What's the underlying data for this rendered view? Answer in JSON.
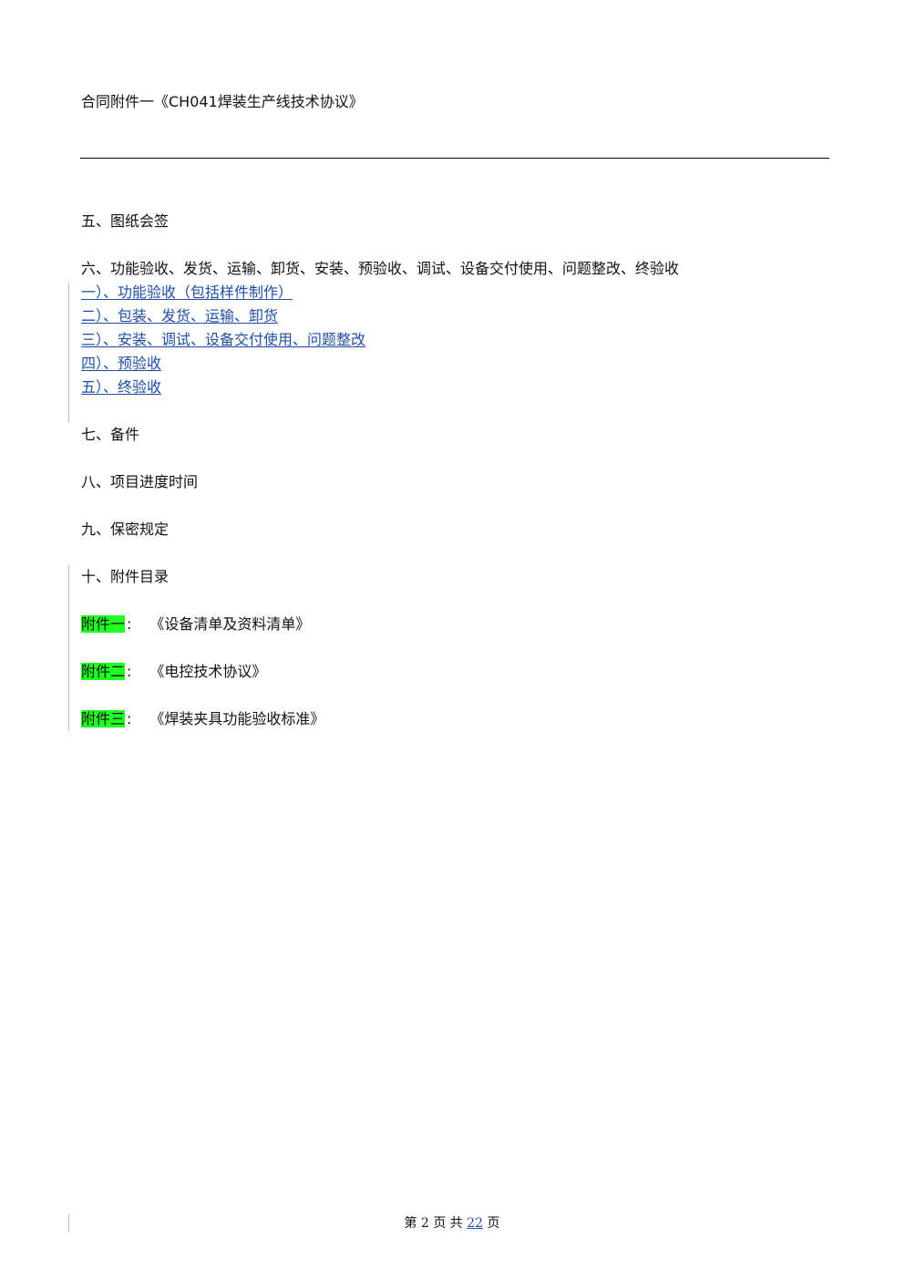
{
  "header": {
    "title": "合同附件一《CH041焊装生产线技术协议》"
  },
  "sections": {
    "s5": "五、图纸会签",
    "s6": "六、功能验收、发货、运输、卸货、安装、预验收、调试、设备交付使用、问题整改、终验收",
    "s6_links": [
      "一）、功能验收（包括样件制作）",
      "二）、包装、发货、运输、卸货",
      "三）、安装、调试、设备交付使用、问题整改",
      "四）、预验收",
      "五）、终验收"
    ],
    "s7": "七、备件",
    "s8": "八、项目进度时间",
    "s9": "九、保密规定",
    "s10": "十、附件目录"
  },
  "appendices": [
    {
      "label": "附件一",
      "sep": ":",
      "title": "《设备清单及资料清单》"
    },
    {
      "label": "附件二",
      "sep": ":",
      "title": "《电控技术协议》"
    },
    {
      "label": "附件三",
      "sep": ":",
      "title": "《焊装夹具功能验收标准》"
    }
  ],
  "footer": {
    "prefix": "第",
    "current": "2",
    "mid": "页 共",
    "total": "22",
    "suffix": "页"
  },
  "colors": {
    "link": "#1f4fa5",
    "highlight": "#22ff22"
  }
}
